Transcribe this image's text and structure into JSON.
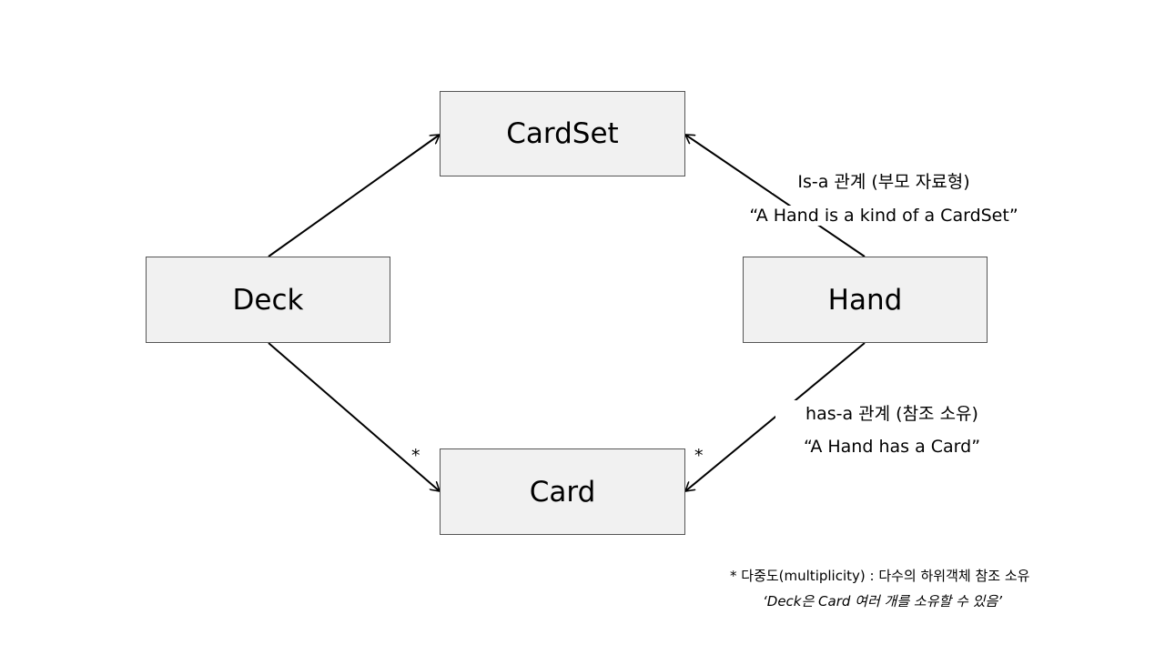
{
  "boxes": {
    "cardset": "CardSet",
    "deck": "Deck",
    "hand": "Hand",
    "card": "Card"
  },
  "relations": {
    "is_a": {
      "title": "Is-a 관계 (부모 자료형)",
      "quote": "“A Hand is a kind of a CardSet”"
    },
    "has_a": {
      "title": "has-a 관계 (참조 소유)",
      "quote": "“A Hand has a Card”"
    }
  },
  "multiplicity": {
    "left": "*",
    "right": "*"
  },
  "footnote": {
    "line1": "* 다중도(multiplicity) : 다수의 하위객체 참조 소유",
    "line2": "‘Deck은 Card 여러 개를 소유할 수 있음’"
  }
}
